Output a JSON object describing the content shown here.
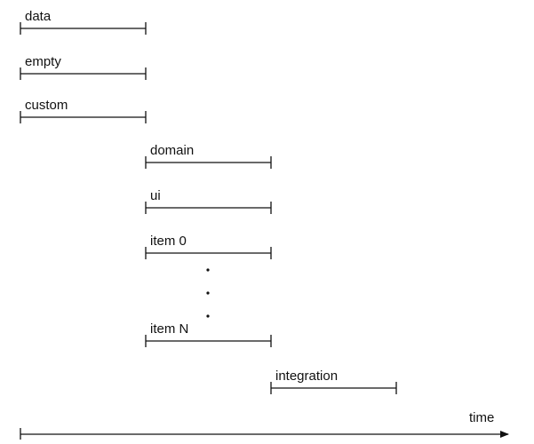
{
  "segments": [
    {
      "label": "data",
      "start": 0,
      "end": 1
    },
    {
      "label": "empty",
      "start": 0,
      "end": 1
    },
    {
      "label": "custom",
      "start": 0,
      "end": 1
    },
    {
      "label": "domain",
      "start": 1,
      "end": 2
    },
    {
      "label": "ui",
      "start": 1,
      "end": 2
    },
    {
      "label": "item 0",
      "start": 1,
      "end": 2
    },
    {
      "label": "item N",
      "start": 1,
      "end": 2
    },
    {
      "label": "integration",
      "start": 2,
      "end": 3
    }
  ],
  "ellipsis_dot_count": 3,
  "axis": {
    "label": "time"
  },
  "colors": {
    "line": "#111111",
    "background": "#ffffff"
  }
}
